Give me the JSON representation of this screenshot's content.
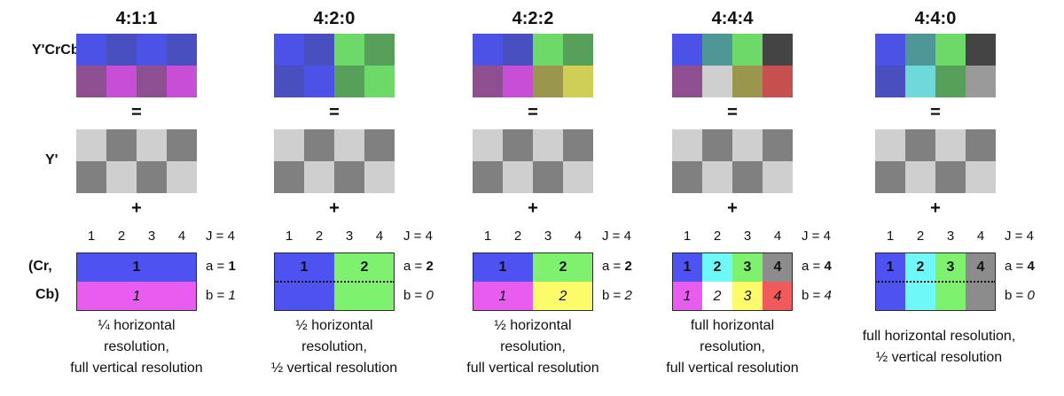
{
  "row_labels": {
    "ycrcb": "Y'CrCb",
    "y": "Y'",
    "crcb_line1": "(Cr,",
    "crcb_line2": "Cb)"
  },
  "ops": {
    "equals": "=",
    "plus": "+"
  },
  "colors": {
    "blue": "#4d52e6",
    "blue_alt": "#4a4fbf",
    "green": "#6cd968",
    "green_dark": "#57a05a",
    "magenta": "#c64fd6",
    "purple": "#8d4f8f",
    "olive": "#9a964e",
    "yellow": "#cfcf55",
    "teal": "#4f9797",
    "cyan": "#6fd8d8",
    "grey_light": "#cfcfcf",
    "grey_dark": "#808080",
    "grey_mid": "#9a9a9a",
    "black": "#444444",
    "red": "#c65050",
    "c_blue": "#4d52f0",
    "c_green": "#7ef16f",
    "c_magenta": "#e85cf0",
    "c_yellow": "#fcfc6a",
    "c_cyan": "#6ff8f8",
    "c_grey": "#8c8c8c",
    "c_red": "#f05a5a"
  },
  "panels": [
    {
      "title": "4:1:1",
      "ycrcb": [
        [
          "#4d52e6",
          "#4a4fbf",
          "#4d52e6",
          "#4a4fbf"
        ],
        [
          "#8d4f8f",
          "#c64fd6",
          "#8d4f8f",
          "#c64fd6"
        ]
      ],
      "columns": [
        "1",
        "2",
        "3",
        "4"
      ],
      "j_label": "J = 4",
      "a_prefix": "a = ",
      "a_value": "1",
      "b_prefix": "b = ",
      "b_value": "1",
      "chroma_top": [
        {
          "span": 4,
          "color": "#4d52f0",
          "label": "1"
        }
      ],
      "chroma_bottom": [
        {
          "span": 4,
          "color": "#e85cf0",
          "label": "1"
        }
      ],
      "bottom_merged": false,
      "caption": [
        "¼ horizontal",
        "resolution,",
        "full vertical resolution"
      ]
    },
    {
      "title": "4:2:0",
      "ycrcb": [
        [
          "#4d52e6",
          "#4a4fbf",
          "#6cd968",
          "#57a05a"
        ],
        [
          "#4a4fbf",
          "#4d52e6",
          "#57a05a",
          "#6cd968"
        ]
      ],
      "columns": [
        "1",
        "2",
        "3",
        "4"
      ],
      "j_label": "J = 4",
      "a_prefix": "a = ",
      "a_value": "2",
      "b_prefix": "b = ",
      "b_value": "0",
      "chroma_top": [
        {
          "span": 2,
          "color": "#4d52f0",
          "label": "1"
        },
        {
          "span": 2,
          "color": "#7ef16f",
          "label": "2"
        }
      ],
      "chroma_bottom": [],
      "bottom_merged": true,
      "caption": [
        "½ horizontal",
        "resolution,",
        "½ vertical resolution"
      ]
    },
    {
      "title": "4:2:2",
      "ycrcb": [
        [
          "#4d52e6",
          "#4a4fbf",
          "#6cd968",
          "#57a05a"
        ],
        [
          "#8d4f8f",
          "#c64fd6",
          "#9a964e",
          "#cfcf55"
        ]
      ],
      "columns": [
        "1",
        "2",
        "3",
        "4"
      ],
      "j_label": "J = 4",
      "a_prefix": "a = ",
      "a_value": "2",
      "b_prefix": "b = ",
      "b_value": "2",
      "chroma_top": [
        {
          "span": 2,
          "color": "#4d52f0",
          "label": "1"
        },
        {
          "span": 2,
          "color": "#7ef16f",
          "label": "2"
        }
      ],
      "chroma_bottom": [
        {
          "span": 2,
          "color": "#e85cf0",
          "label": "1"
        },
        {
          "span": 2,
          "color": "#fcfc6a",
          "label": "2"
        }
      ],
      "bottom_merged": false,
      "caption": [
        "½ horizontal",
        "resolution,",
        "full vertical resolution"
      ]
    },
    {
      "title": "4:4:4",
      "ycrcb": [
        [
          "#4d52e6",
          "#4f9797",
          "#6cd968",
          "#444444"
        ],
        [
          "#8d4f8f",
          "#cfcfcf",
          "#9a964e",
          "#c65050"
        ]
      ],
      "columns": [
        "1",
        "2",
        "3",
        "4"
      ],
      "j_label": "J = 4",
      "a_prefix": "a = ",
      "a_value": "4",
      "b_prefix": "b = ",
      "b_value": "4",
      "chroma_top": [
        {
          "span": 1,
          "color": "#4d52f0",
          "label": "1"
        },
        {
          "span": 1,
          "color": "#6ff8f8",
          "label": "2"
        },
        {
          "span": 1,
          "color": "#7ef16f",
          "label": "3"
        },
        {
          "span": 1,
          "color": "#8c8c8c",
          "label": "4"
        }
      ],
      "chroma_bottom": [
        {
          "span": 1,
          "color": "#e85cf0",
          "label": "1"
        },
        {
          "span": 1,
          "color": "#ffffff",
          "label": "2"
        },
        {
          "span": 1,
          "color": "#fcfc6a",
          "label": "3"
        },
        {
          "span": 1,
          "color": "#f05a5a",
          "label": "4"
        }
      ],
      "bottom_merged": false,
      "caption": [
        "full horizontal",
        "resolution,",
        "full vertical resolution"
      ]
    },
    {
      "title": "4:4:0",
      "ycrcb": [
        [
          "#4d52e6",
          "#4f9797",
          "#6cd968",
          "#444444"
        ],
        [
          "#4a4fbf",
          "#6fd8d8",
          "#57a05a",
          "#9a9a9a"
        ]
      ],
      "columns": [
        "1",
        "2",
        "3",
        "4"
      ],
      "j_label": "J = 4",
      "a_prefix": "a = ",
      "a_value": "4",
      "b_prefix": "b = ",
      "b_value": "0",
      "chroma_top": [
        {
          "span": 1,
          "color": "#4d52f0",
          "label": "1"
        },
        {
          "span": 1,
          "color": "#6ff8f8",
          "label": "2"
        },
        {
          "span": 1,
          "color": "#7ef16f",
          "label": "3"
        },
        {
          "span": 1,
          "color": "#8c8c8c",
          "label": "4"
        }
      ],
      "chroma_bottom": [],
      "bottom_merged": true,
      "caption": [
        "full horizontal resolution,",
        "½ vertical resolution"
      ]
    }
  ],
  "luma": [
    [
      "#cfcfcf",
      "#808080",
      "#cfcfcf",
      "#808080"
    ],
    [
      "#808080",
      "#cfcfcf",
      "#808080",
      "#cfcfcf"
    ]
  ]
}
